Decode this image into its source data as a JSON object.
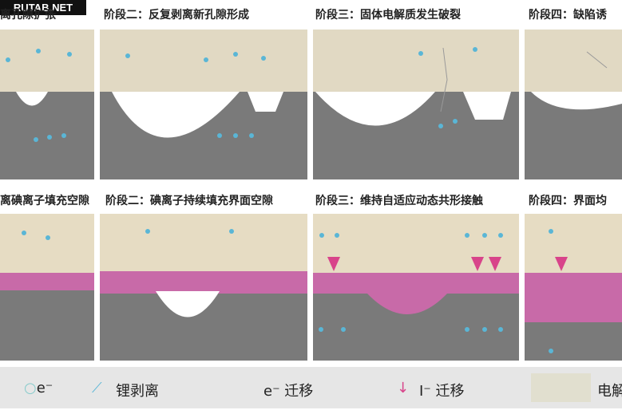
{
  "watermark": "RUTAB.NET",
  "row1": {
    "labels": [
      "离孔隙扩张",
      "阶段二：反复剥离新孔隙形成",
      "阶段三：固体电解质发生破裂",
      "阶段四：缺陷诱"
    ]
  },
  "row2": {
    "labels": [
      "离碘离子填充空隙",
      "阶段二：碘离子持续填充界面空隙",
      "阶段三：维持自适应动态共形接触",
      "阶段四：界面均"
    ]
  },
  "legend": {
    "electron": "e⁻",
    "li_strip": "锂剥离",
    "e_migration": "e⁻ 迁移",
    "i_migration": "I⁻ 迁移",
    "electrolyte": "电解"
  },
  "colors": {
    "electrolyte": "#e1d9c3",
    "lithium": "#7a7a7a",
    "iodide": "#d8448a",
    "electron": "#5ab6d6"
  }
}
